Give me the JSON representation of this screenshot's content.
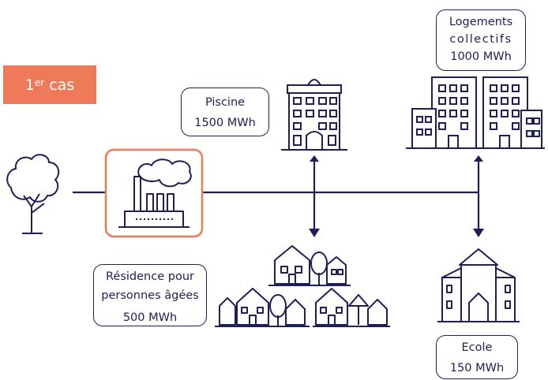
{
  "case_badge": {
    "number": "1",
    "superscript": "er",
    "word": "cas",
    "color": "#ee7a5a"
  },
  "colors": {
    "ink": "#1e1e5a",
    "accent": "#ee7a5a"
  },
  "icons": [
    "tree-icon",
    "factory-icon",
    "apartment-building-icon",
    "office-buildings-icon",
    "houses-icon",
    "school-icon",
    "arrow-down-icon"
  ],
  "labels": {
    "piscine": {
      "name": "Piscine",
      "energy": "1500 MWh"
    },
    "logements": {
      "line1": "Logements",
      "line2": "collectifs",
      "energy": "1000 MWh"
    },
    "residence": {
      "line1": "Résidence pour",
      "line2": "personnes âgées",
      "energy": "500 MWh"
    },
    "ecole": {
      "name": "Ecole",
      "energy": "150 MWh"
    }
  }
}
